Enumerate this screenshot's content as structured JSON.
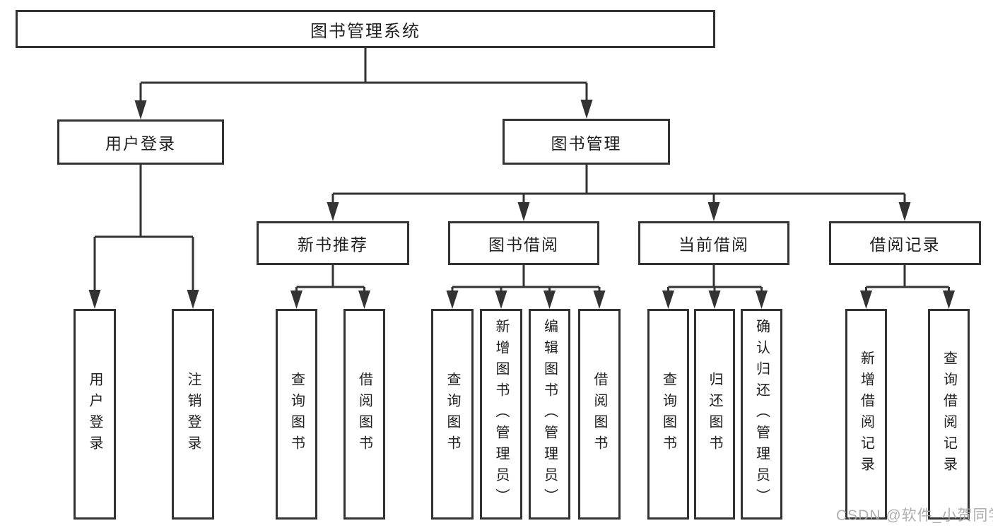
{
  "title": "图书管理系统",
  "watermark": "CSDN @软件_小贺同学",
  "colors": {
    "line": "#333333",
    "box_border": "#333333",
    "text": "#1f1f1f",
    "watermark": "#a8a8a8",
    "background": "#ffffff"
  },
  "tree": {
    "root": "图书管理系统",
    "branches": [
      {
        "label": "用户登录",
        "children": [
          "用户登录",
          "注销登录"
        ]
      },
      {
        "label": "图书管理",
        "children": [
          {
            "label": "新书推荐",
            "children": [
              "查询图书",
              "借阅图书"
            ]
          },
          {
            "label": "图书借阅",
            "children": [
              "查询图书",
              "新增图书（管理员）",
              "编辑图书（管理员）",
              "借阅图书"
            ]
          },
          {
            "label": "当前借阅",
            "children": [
              "查询图书",
              "归还图书",
              "确认归还（管理员）"
            ]
          },
          {
            "label": "借阅记录",
            "children": [
              "新增借阅记录",
              "查询借阅记录"
            ]
          }
        ]
      }
    ]
  }
}
